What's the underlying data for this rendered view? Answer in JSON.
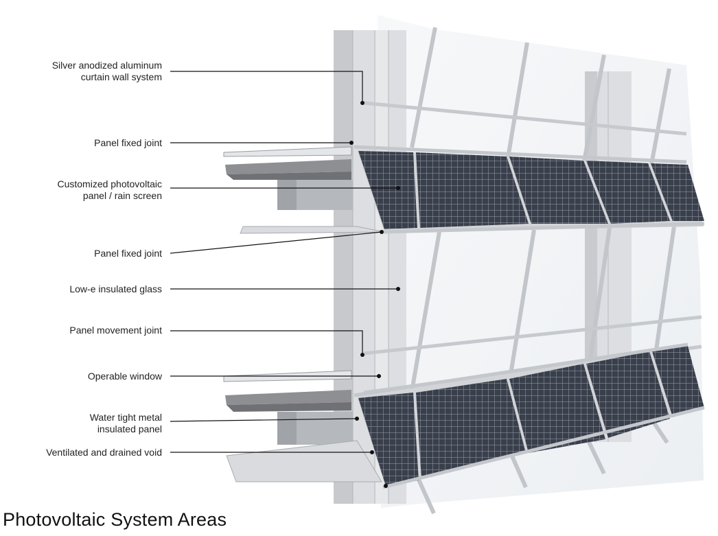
{
  "title": "Photovoltaic System Areas",
  "callouts": [
    {
      "id": "curtain-wall",
      "lines": [
        "Silver anodized aluminum",
        "curtain wall system"
      ]
    },
    {
      "id": "panel-fixed-joint-upper",
      "lines": [
        "Panel fixed joint"
      ]
    },
    {
      "id": "pv-panel",
      "lines": [
        "Customized photovoltaic",
        "panel / rain screen"
      ]
    },
    {
      "id": "panel-fixed-joint-lower",
      "lines": [
        "Panel fixed joint"
      ]
    },
    {
      "id": "low-e-glass",
      "lines": [
        "Low-e insulated glass"
      ]
    },
    {
      "id": "panel-movement-joint",
      "lines": [
        "Panel movement joint"
      ]
    },
    {
      "id": "operable-window",
      "lines": [
        "Operable window"
      ]
    },
    {
      "id": "metal-panel",
      "lines": [
        "Water tight metal",
        "insulated panel"
      ]
    },
    {
      "id": "ventilated-void",
      "lines": [
        "Ventilated and drained void"
      ]
    }
  ],
  "colors": {
    "pv_cell": "#3a3f4c",
    "pv_grid": "#9aa1ad",
    "frame": "#c9ccd0",
    "glass": "#f3f5f7",
    "column": "#d7d9dc",
    "slab": "#8d8f93",
    "leader": "#111111"
  }
}
